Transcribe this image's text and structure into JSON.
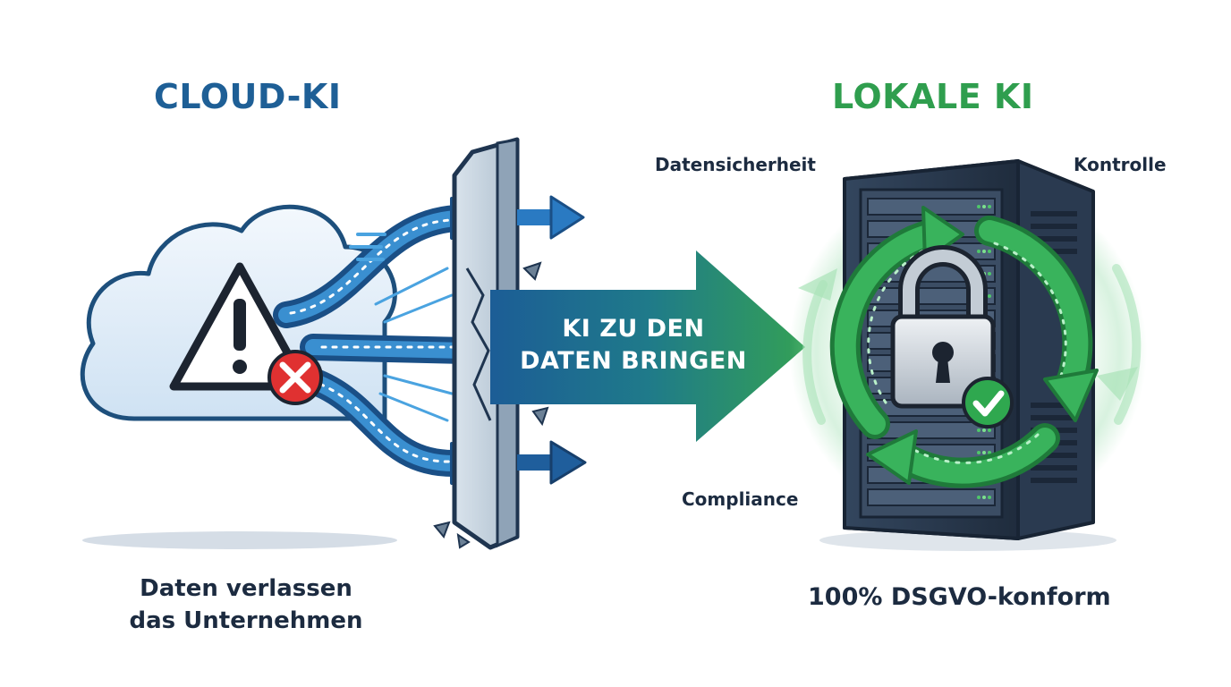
{
  "left": {
    "title": "CLOUD-KI",
    "caption_line1": "Daten verlassen",
    "caption_line2": "das Unternehmen"
  },
  "middle": {
    "arrow_line1": "KI ZU DEN",
    "arrow_line2": "DATEN BRINGEN"
  },
  "right": {
    "title": "LOKALE KI",
    "label_security": "Datensicherheit",
    "label_control": "Kontrolle",
    "label_compliance": "Compliance",
    "caption": "100% DSGVO-konform"
  },
  "colors": {
    "cloud_blue": "#1e5f96",
    "local_green": "#2f9e4e",
    "dark_text": "#1c2b40",
    "warning_red": "#e03131",
    "check_green": "#2fa84f"
  },
  "icons": [
    "cloud-icon",
    "warning-triangle-icon",
    "error-x-icon",
    "broken-wall-icon",
    "server-rack-icon",
    "padlock-icon",
    "checkmark-icon",
    "cycle-arrows-icon"
  ]
}
